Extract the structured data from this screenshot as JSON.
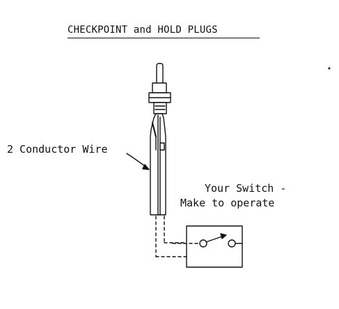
{
  "title": "CHECKPOINT and HOLD PLUGS",
  "labels": {
    "wire": "2 Conductor Wire",
    "switch_line1": "Your Switch -",
    "switch_line2": "Make to operate"
  },
  "colors": {
    "ink": "#111111",
    "paper": "#ffffff"
  }
}
